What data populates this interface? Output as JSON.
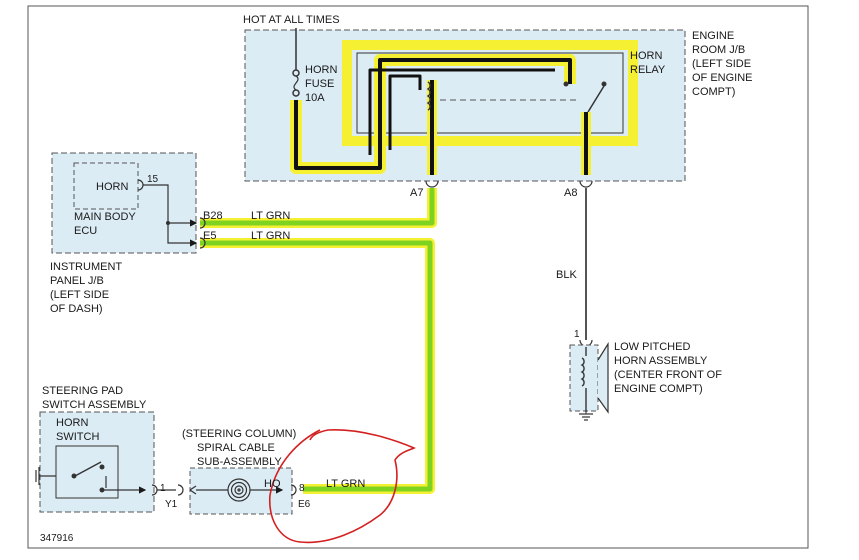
{
  "labels": {
    "hot_at_all_times": "HOT AT ALL TIMES",
    "horn_fuse_l1": "HORN",
    "horn_fuse_l2": "FUSE",
    "horn_fuse_l3": "10A",
    "horn_relay_l1": "HORN",
    "horn_relay_l2": "RELAY",
    "engine_room_jb_l1": "ENGINE",
    "engine_room_jb_l2": "ROOM J/B",
    "engine_room_jb_l3": "(LEFT SIDE",
    "engine_room_jb_l4": "OF ENGINE",
    "engine_room_jb_l5": "COMPT)",
    "ecu_horn": "HORN",
    "ecu_pin": "15",
    "ecu_name_l1": "MAIN BODY",
    "ecu_name_l2": "ECU",
    "ip_jb_l1": "INSTRUMENT",
    "ip_jb_l2": "PANEL J/B",
    "ip_jb_l3": "(LEFT SIDE",
    "ip_jb_l4": "OF DASH)",
    "conn_b28": "B28",
    "conn_e5": "E5",
    "conn_a7": "A7",
    "conn_a8": "A8",
    "wire_b28": "LT GRN",
    "wire_e5": "LT GRN",
    "wire_blk": "BLK",
    "wire_bottom": "LT GRN",
    "horn_pin": "1",
    "horn_assy_l1": "LOW PITCHED",
    "horn_assy_l2": "HORN ASSEMBLY",
    "horn_assy_l3": "(CENTER FRONT OF",
    "horn_assy_l4": "ENGINE COMPT)",
    "steering_pad_l1": "STEERING PAD",
    "steering_pad_l2": "SWITCH ASSEMBLY",
    "horn_switch_l1": "HORN",
    "horn_switch_l2": "SWITCH",
    "spiral_l1": "(STEERING COLUMN)",
    "spiral_l2": "SPIRAL CABLE",
    "spiral_l3": "SUB-ASSEMBLY",
    "spiral_ho": "HO",
    "pin_1": "1",
    "conn_y1": "Y1",
    "pin_8": "8",
    "conn_e6": "E6",
    "figure_id": "347916"
  },
  "colors": {
    "highlight_yellow": "#f5f032",
    "highlight_green": "#7ed321",
    "jb_fill": "#dcecf5",
    "annotation_red": "#d42020"
  }
}
